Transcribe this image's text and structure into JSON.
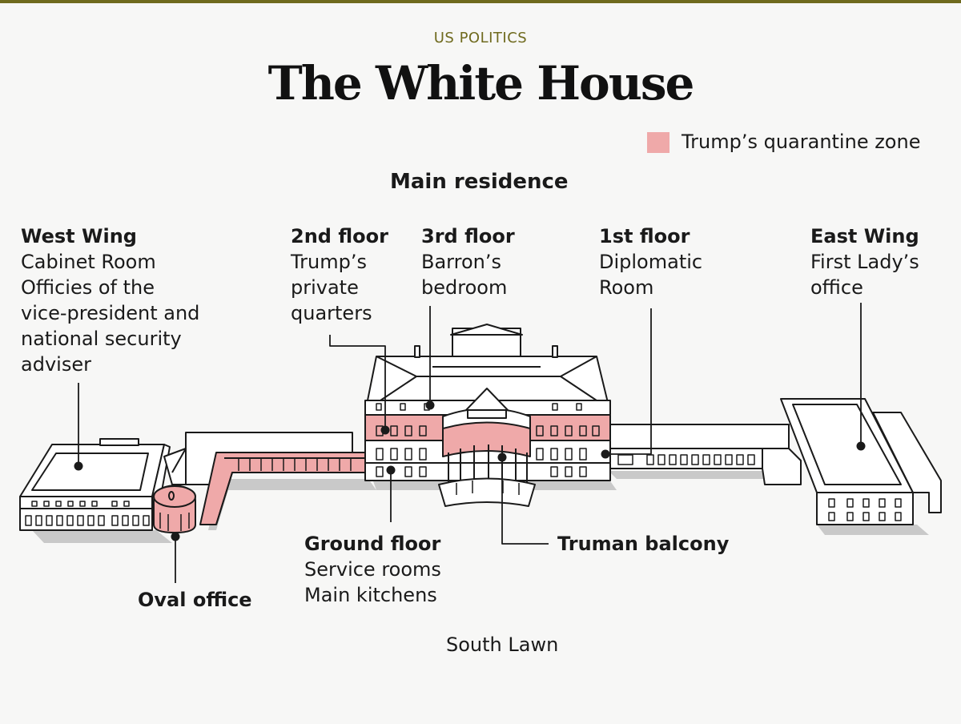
{
  "kicker": "US POLITICS",
  "title": "The White House",
  "legend": {
    "label": "Trump’s quarantine zone",
    "color": "#efa9a9"
  },
  "main_residence": "Main residence",
  "labels": {
    "west_wing": {
      "heading": "West Wing",
      "lines": [
        "Cabinet Room",
        "Officies of the",
        "vice-president and",
        "national security",
        "adviser"
      ]
    },
    "second_floor": {
      "heading": "2nd floor",
      "lines": [
        "Trump’s",
        "private",
        "quarters"
      ]
    },
    "third_floor": {
      "heading": "3rd floor",
      "lines": [
        "Barron’s",
        "bedroom"
      ]
    },
    "first_floor": {
      "heading": "1st floor",
      "lines": [
        "Diplomatic",
        "Room"
      ]
    },
    "east_wing": {
      "heading": "East Wing",
      "lines": [
        "First Lady’s",
        "office"
      ]
    },
    "ground_floor": {
      "heading": "Ground floor",
      "lines": [
        "Service rooms",
        "Main kitchens"
      ]
    },
    "truman_balcony": {
      "heading": "Truman balcony"
    },
    "oval_office": {
      "heading": "Oval office"
    }
  },
  "south_lawn": "South Lawn"
}
